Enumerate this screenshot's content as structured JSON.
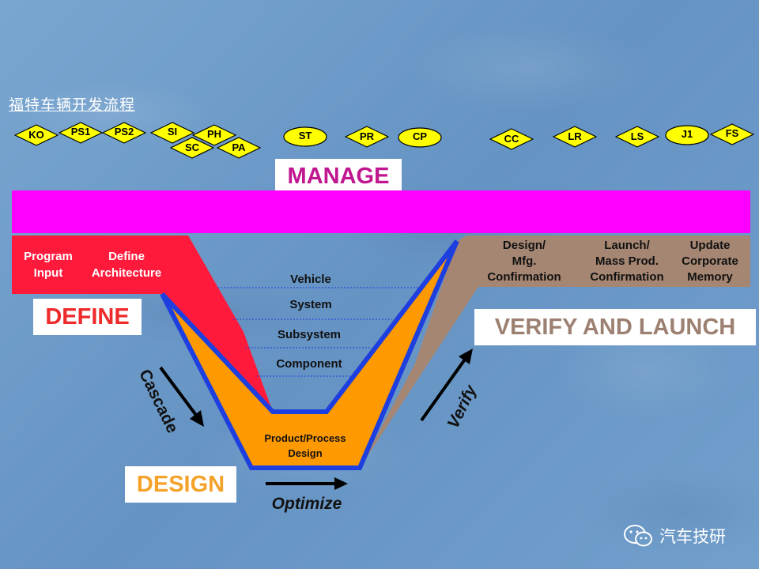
{
  "title": "福特车辆开发流程",
  "milestones": [
    {
      "label": "KO"
    },
    {
      "label": "PS1"
    },
    {
      "label": "PS2"
    },
    {
      "label": "SI"
    },
    {
      "label": "PH"
    },
    {
      "label": "SC"
    },
    {
      "label": "PA"
    },
    {
      "label": "ST"
    },
    {
      "label": "PR"
    },
    {
      "label": "CP"
    },
    {
      "label": "CC"
    },
    {
      "label": "LR"
    },
    {
      "label": "LS"
    },
    {
      "label": "J1"
    },
    {
      "label": "FS"
    }
  ],
  "phases": {
    "manage": "MANAGE",
    "define": "DEFINE",
    "design": "DESIGN",
    "verify_launch": "VERIFY AND LAUNCH"
  },
  "define_items": {
    "program_input": "Program\nInput",
    "define_architecture": "Define\nArchitecture"
  },
  "levels": [
    "Vehicle",
    "System",
    "Subsystem",
    "Component"
  ],
  "bottom": "Product/Process\nDesign",
  "verify_items": {
    "design_mfg": "Design/\nMfg.\nConfirmation",
    "launch_mass": "Launch/\nMass Prod.\nConfirmation",
    "update_memory": "Update\nCorporate\nMemory"
  },
  "arrows": {
    "cascade": "Cascade",
    "optimize": "Optimize",
    "verify": "Verify"
  },
  "watermark": "汽车技研",
  "colors": {
    "manage_band": "#ff00ff",
    "define_red": "#ff1a3c",
    "design_orange": "#ff9900",
    "verify_tan": "#a58672",
    "v_outline": "#1e3fe0",
    "milestone_fill": "#ffff00"
  }
}
